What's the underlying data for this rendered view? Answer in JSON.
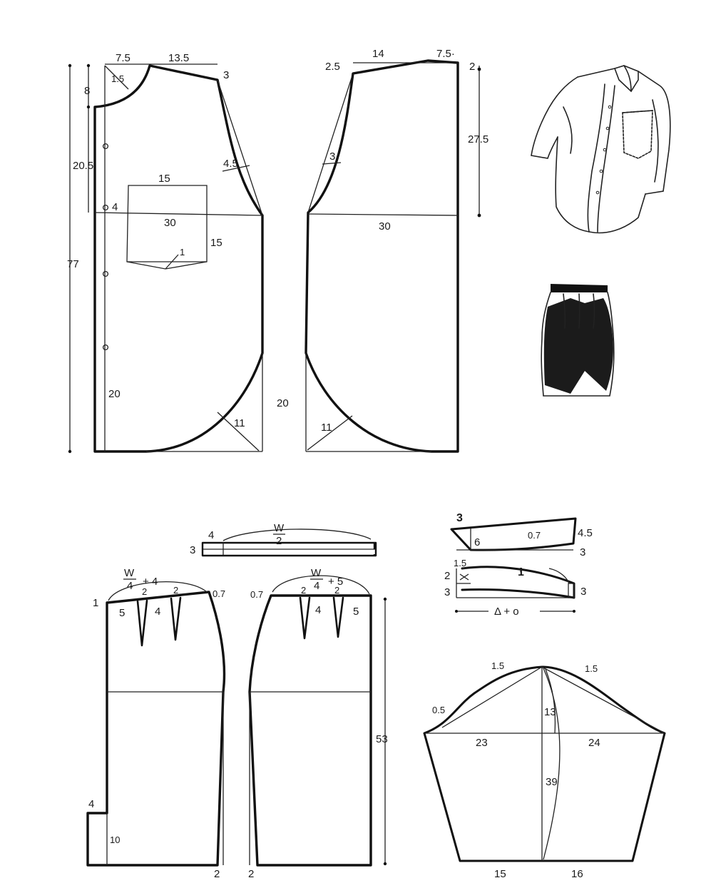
{
  "front_bodice": {
    "neck_width": "7.5",
    "shoulder_width": "13.5",
    "shoulder_drop": "3",
    "neck_depth": "8",
    "neck_curve": "1.5",
    "armhole_depth": "20.5",
    "armhole_curve": "4.5",
    "pocket_width": "15",
    "pocket_depth": "15",
    "pocket_point": "1",
    "button_offset": "4",
    "chest_width": "30",
    "total_length": "77",
    "hem_curve_height": "20",
    "hem_curve_diag": "11"
  },
  "back_bodice": {
    "neck_width": "7.5·",
    "shoulder_width": "14",
    "shoulder_drop_left": "2.5",
    "neck_rise": "2",
    "armhole_depth": "27.5",
    "armhole_curve": "3",
    "chest_width": "30",
    "hem_curve_height": "20",
    "hem_curve_diag": "11"
  },
  "waistband": {
    "width_label": "4",
    "height_label": "3",
    "length_num": "W",
    "length_den": "2"
  },
  "skirt_front": {
    "waist_num": "W",
    "waist_den": "4",
    "waist_add": "+ 4",
    "dart_1": "2",
    "dart_2": "2",
    "dart_gap_side": "5",
    "dart_gap_mid": "4",
    "side_rise": "1",
    "side_flare": "0.7",
    "hem_step": "2",
    "slit_width": "4",
    "slit_height": "10"
  },
  "skirt_back": {
    "waist_num": "W",
    "waist_den": "4",
    "waist_add": "+ 5",
    "dart_1": "2",
    "dart_2": "2",
    "dart_gap_mid": "4",
    "dart_gap_side": "5",
    "side_flare": "0.7",
    "hem_step": "2",
    "length": "53"
  },
  "collar": {
    "top_left": "3",
    "top_height": "6",
    "top_curve": "0.7",
    "top_right": "4.5",
    "top_right_low": "3",
    "band_top": "1.5",
    "band_left_top": "2",
    "band_left_bottom": "3",
    "band_mark": "1",
    "band_right": "3",
    "band_length": "Δ + ο"
  },
  "sleeve": {
    "cap_left_curve": "1.5",
    "cap_right_curve": "1.5",
    "cap_edge": "0.5",
    "cap_height": "13",
    "left_width": "23",
    "right_width": "24",
    "length": "39",
    "cuff_left": "15",
    "cuff_right": "16"
  }
}
